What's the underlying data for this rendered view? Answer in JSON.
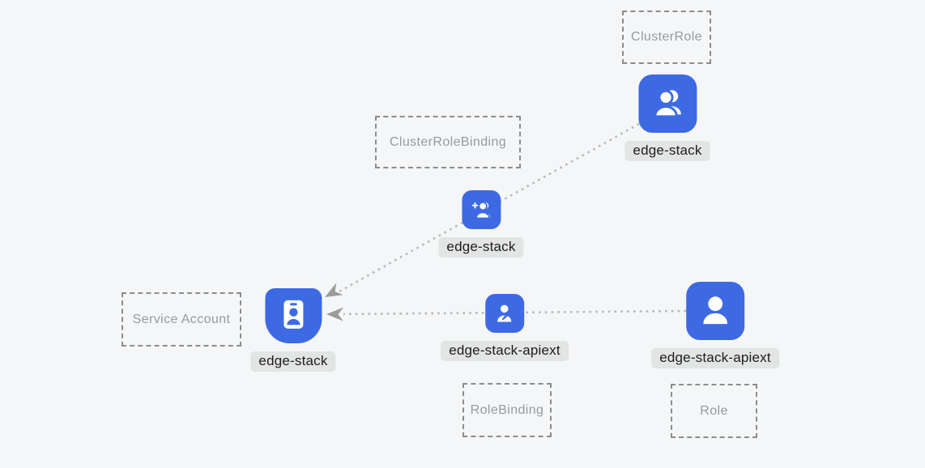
{
  "diagram": {
    "background": "#f5f6f7",
    "colors": {
      "node_blue": "#3d6ae3",
      "glyph_white": "#ffffff",
      "chip_bg": "#e3e4e4",
      "chip_text": "#1d1d1f",
      "type_box_border": "#8c8c8c",
      "type_box_text": "#97999c",
      "edge_dots": "#b8b8b8",
      "arrowhead": "#9c9c9c"
    },
    "type_boxes": [
      {
        "label": "ClusterRole"
      },
      {
        "label": "ClusterRoleBinding"
      },
      {
        "label": "Service Account"
      },
      {
        "label": "RoleBinding"
      },
      {
        "label": "Role"
      }
    ],
    "nodes": [
      {
        "label": "edge-stack",
        "type": "ClusterRole",
        "icon": "users-icon"
      },
      {
        "label": "edge-stack",
        "type": "ClusterRoleBinding",
        "icon": "user-plus-icon"
      },
      {
        "label": "edge-stack",
        "type": "Service Account",
        "icon": "id-badge-icon"
      },
      {
        "label": "edge-stack-apiext",
        "type": "RoleBinding",
        "icon": "user-edit-icon"
      },
      {
        "label": "edge-stack-apiext",
        "type": "Role",
        "icon": "user-icon"
      }
    ],
    "edges": [
      {
        "from": "ClusterRole:edge-stack",
        "via": "ClusterRoleBinding:edge-stack",
        "to": "ServiceAccount:edge-stack",
        "style": "dotted",
        "arrow_at": "to"
      },
      {
        "from": "Role:edge-stack-apiext",
        "via": "RoleBinding:edge-stack-apiext",
        "to": "ServiceAccount:edge-stack",
        "style": "dotted",
        "arrow_at": "to"
      }
    ]
  }
}
